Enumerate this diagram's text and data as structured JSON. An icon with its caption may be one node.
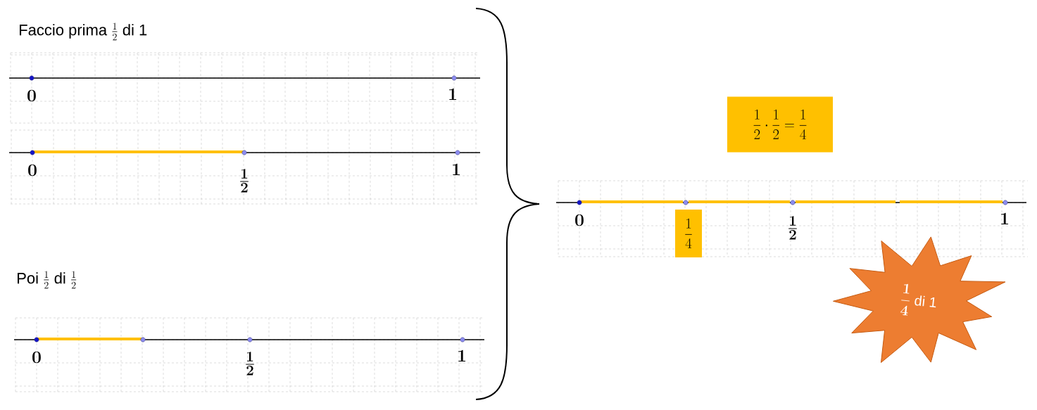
{
  "diagram": {
    "nodes": [
      {
        "text": [
          "\\frac{1}{2}\\cdot\\frac{1}{2}=\\frac{1}{4}"
        ]
      },
      {
        "text": [
          "\\frac{1}{4}"
        ]
      },
      {
        "text": [
          "\\frac{1}{4}\\text{ di 1}"
        ]
      }
    ],
    "labels": [
      "\\text{Faccio prima }\\frac{1}{2}\\text{ di 1}",
      "0",
      "1",
      "0",
      "\\frac{1}{2}",
      "1",
      "\\text{Poi }\\frac{1}{2}\\text{ di }\\frac{1}{2}",
      "0",
      "\\frac{1}{2}",
      "1",
      "0",
      "\\frac{1}{2}",
      "1"
    ]
  }
}
